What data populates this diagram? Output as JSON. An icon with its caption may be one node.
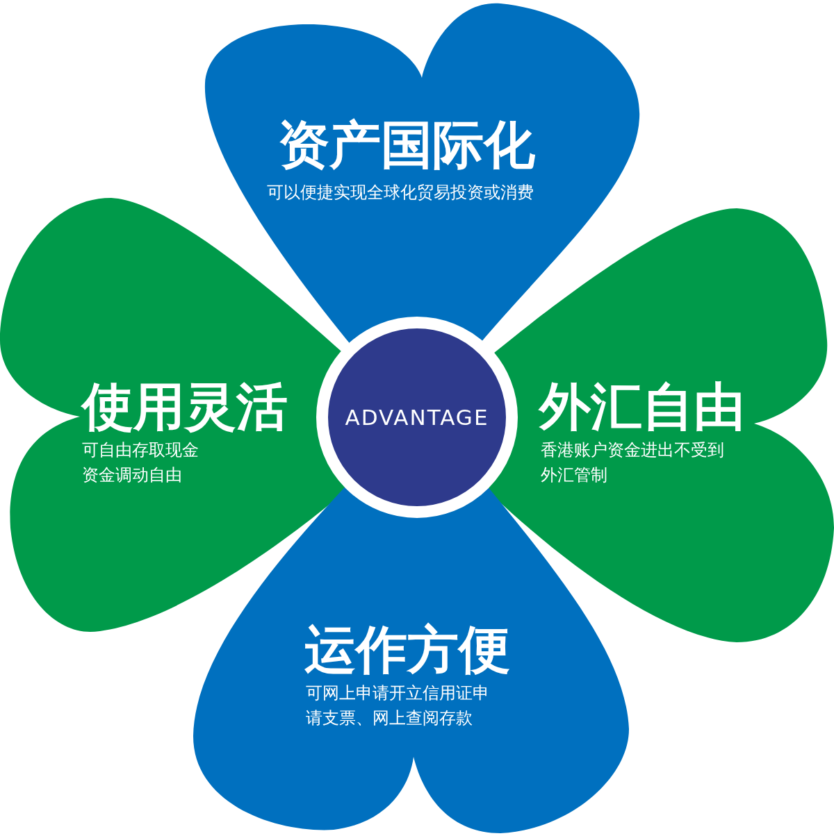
{
  "diagram": {
    "nodes": [
      {
        "text": [
          "ADVANTAGE"
        ]
      },
      {
        "text": [
          "资产国际化",
          "可以便捷实现全球化贸易投资或消费"
        ]
      },
      {
        "text": [
          "使用灵活",
          "可自由存取现金资金调动自由"
        ]
      },
      {
        "text": [
          "外汇自由",
          "香港账户资金进出不受到外汇管制"
        ]
      },
      {
        "text": [
          "运作方便",
          "可网上申请开立信用证申请支票、网上查阅存款"
        ]
      }
    ]
  }
}
